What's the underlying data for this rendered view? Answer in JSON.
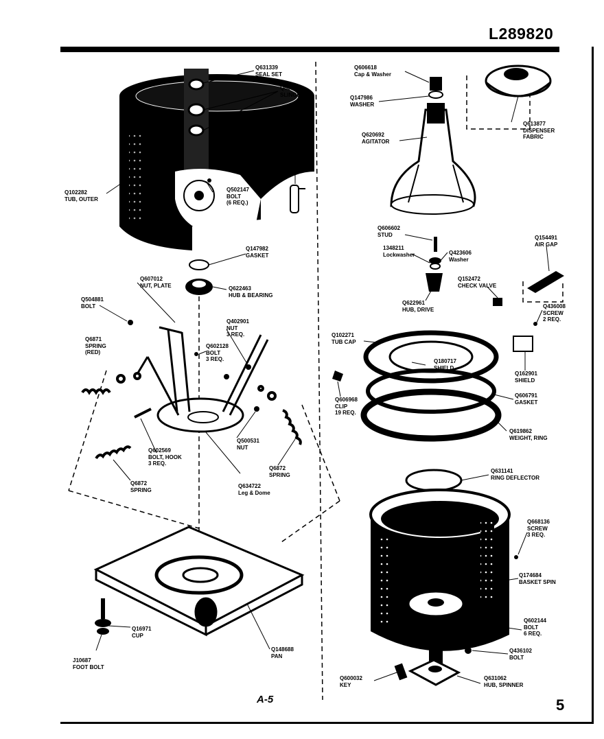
{
  "header": {
    "model_number": "L289820"
  },
  "footer": {
    "page_code": "A-5",
    "page_number": "5"
  },
  "parts": {
    "seal_set": {
      "number": "Q631339",
      "name": "SEAL SET"
    },
    "slinger": {
      "number": "Q66545",
      "name": "SLINGER"
    },
    "air_bell": {
      "number": "Q620981",
      "name": "AIR BELL"
    },
    "tub_outer": {
      "number": "Q102282",
      "name": "TUB, OUTER"
    },
    "bolt_6req": {
      "number": "Q502147",
      "name": "BOLT",
      "qty": "(6 REQ.)"
    },
    "gasket_top": {
      "number": "Q147982",
      "name": "GASKET"
    },
    "nut_plate": {
      "number": "Q607012",
      "name": "NUT, PLATE"
    },
    "hub_bearing": {
      "number": "Q622463",
      "name": "HUB & BEARING"
    },
    "bolt_left": {
      "number": "Q504881",
      "name": "BOLT"
    },
    "nut_3req": {
      "number": "Q402901",
      "name": "NUT",
      "qty": "3 REQ."
    },
    "spring_red": {
      "number": "Q6871",
      "name": "SPRING",
      "qty": "(RED)"
    },
    "bolt_3req": {
      "number": "Q602128",
      "name": "BOLT",
      "qty": "3 REQ."
    },
    "nut_center": {
      "number": "Q500531",
      "name": "NUT"
    },
    "bolt_hook": {
      "number": "Q602569",
      "name": "BOLT, HOOK",
      "qty": "3 REQ."
    },
    "spring_left": {
      "number": "Q6872",
      "name": "SPRING"
    },
    "leg_dome": {
      "number": "Q634722",
      "name": "Leg & Dome"
    },
    "spring_right": {
      "number": "Q6872",
      "name": "SPRING"
    },
    "cup": {
      "number": "Q16971",
      "name": "CUP"
    },
    "foot_bolt": {
      "number": "J10687",
      "name": "FOOT BOLT"
    },
    "pan": {
      "number": "Q148688",
      "name": "PAN"
    },
    "cap_washer": {
      "number": "Q606618",
      "name": "Cap & Washer"
    },
    "washer": {
      "number": "Q147986",
      "name": "WASHER"
    },
    "agitator": {
      "number": "Q620692",
      "name": "AGITATOR"
    },
    "dispenser_fabric": {
      "number": "Q613877",
      "name": "DISPENSER",
      "name2": "FABRIC"
    },
    "stud": {
      "number": "Q606602",
      "name": "STUD"
    },
    "lockwasher": {
      "number": "1348211",
      "name": "Lockwasher"
    },
    "washer_small": {
      "number": "Q423606",
      "name": "Washer"
    },
    "air_gap": {
      "number": "Q154491",
      "name": "AIR GAP"
    },
    "check_valve": {
      "number": "Q152472",
      "name": "CHECK VALVE"
    },
    "hub_drive": {
      "number": "Q622961",
      "name": "HUB, DRIVE"
    },
    "screw_2req": {
      "number": "Q436008",
      "name": "SCREW",
      "qty": "2 REQ."
    },
    "tub_cap": {
      "number": "Q102271",
      "name": "TUB CAP"
    },
    "shield_inner": {
      "number": "Q180717",
      "name": "SHIELD"
    },
    "shield_right": {
      "number": "Q162901",
      "name": "SHIELD"
    },
    "clip": {
      "number": "Q606968",
      "name": "CLIP",
      "qty": "19 REQ."
    },
    "gasket_ring": {
      "number": "Q606791",
      "name": "GASKET"
    },
    "weight_ring": {
      "number": "Q619862",
      "name": "WEIGHT, RING"
    },
    "ring_deflector": {
      "number": "Q631141",
      "name": "RING DEFLECTOR"
    },
    "screw_3req": {
      "number": "Q668136",
      "name": "SCREW",
      "qty": "3 REQ."
    },
    "basket_spin": {
      "number": "Q174684",
      "name": "BASKET SPIN"
    },
    "bolt_6req_lower": {
      "number": "Q602144",
      "name": "BOLT",
      "qty": "6 REQ."
    },
    "bolt_hub": {
      "number": "Q436102",
      "name": "BOLT"
    },
    "key": {
      "number": "Q600032",
      "name": "KEY"
    },
    "hub_spinner": {
      "number": "Q631062",
      "name": "HUB, SPINNER"
    }
  }
}
